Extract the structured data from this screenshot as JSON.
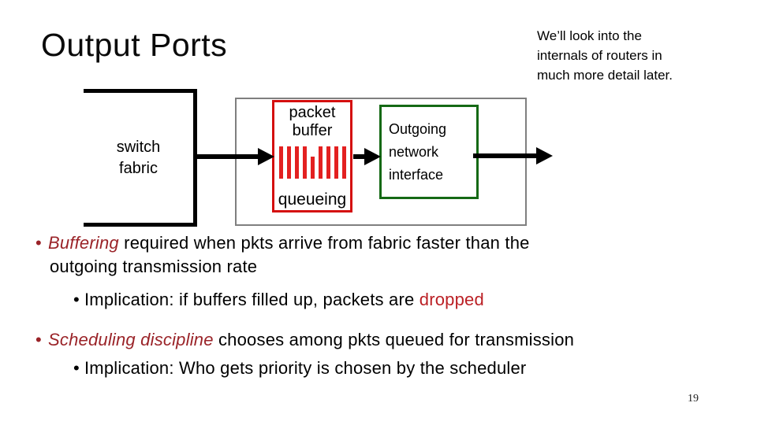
{
  "colors": {
    "dark_red": "#9a2328",
    "bright_red": "#bb2025",
    "box_red": "#d40f0f",
    "bar_red": "#e32020",
    "box_green": "#156915",
    "box_gray": "#7f7f7f"
  },
  "header": {
    "title": "Output Ports",
    "note": "We’ll look into the\ninternals of routers in\nmuch more detail later."
  },
  "diagram": {
    "switch_fabric_label": "switch\nfabric",
    "packet_buffer_label": "packet\nbuffer",
    "queueing_label": "queueing",
    "outgoing_interface_label": "Outgoing\nnetwork\ninterface",
    "queue_bars": {
      "count": 9,
      "short_index": 4
    }
  },
  "bullets": {
    "b1": {
      "marker": "•",
      "term": "Buffering",
      "rest": " required when pkts arrive from fabric faster than the",
      "line2": "outgoing transmission rate",
      "sub_marker": "•",
      "sub_pre": "Implication: if buffers filled up, packets are ",
      "sub_highlight": "dropped"
    },
    "b2": {
      "marker": "•",
      "term": "Scheduling discipline",
      "rest": " chooses among pkts queued for transmission",
      "sub_marker": "•",
      "sub_text": "Implication: Who gets priority is chosen by the scheduler"
    }
  },
  "footer": {
    "page_number": "19"
  }
}
